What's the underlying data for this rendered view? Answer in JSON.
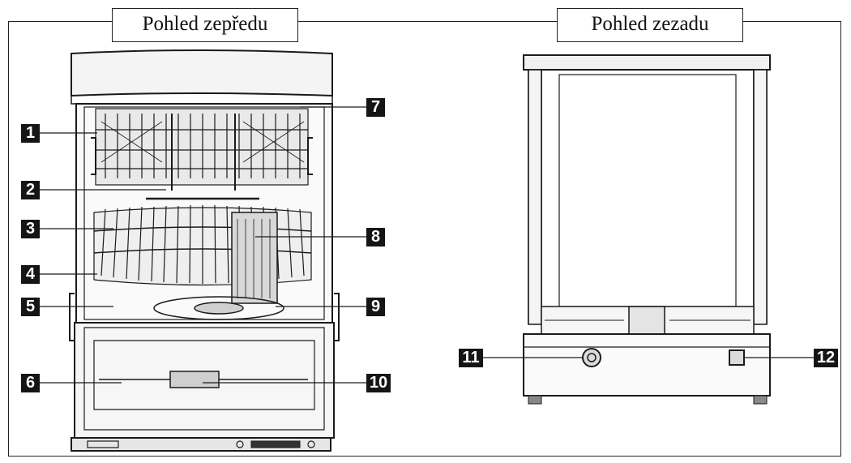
{
  "views": {
    "front_title": "Pohled zepředu",
    "rear_title": "Pohled zezadu"
  },
  "callouts": {
    "c1": "1",
    "c2": "2",
    "c3": "3",
    "c4": "4",
    "c5": "5",
    "c6": "6",
    "c7": "7",
    "c8": "8",
    "c9": "9",
    "c10": "10",
    "c11": "11",
    "c12": "12"
  }
}
